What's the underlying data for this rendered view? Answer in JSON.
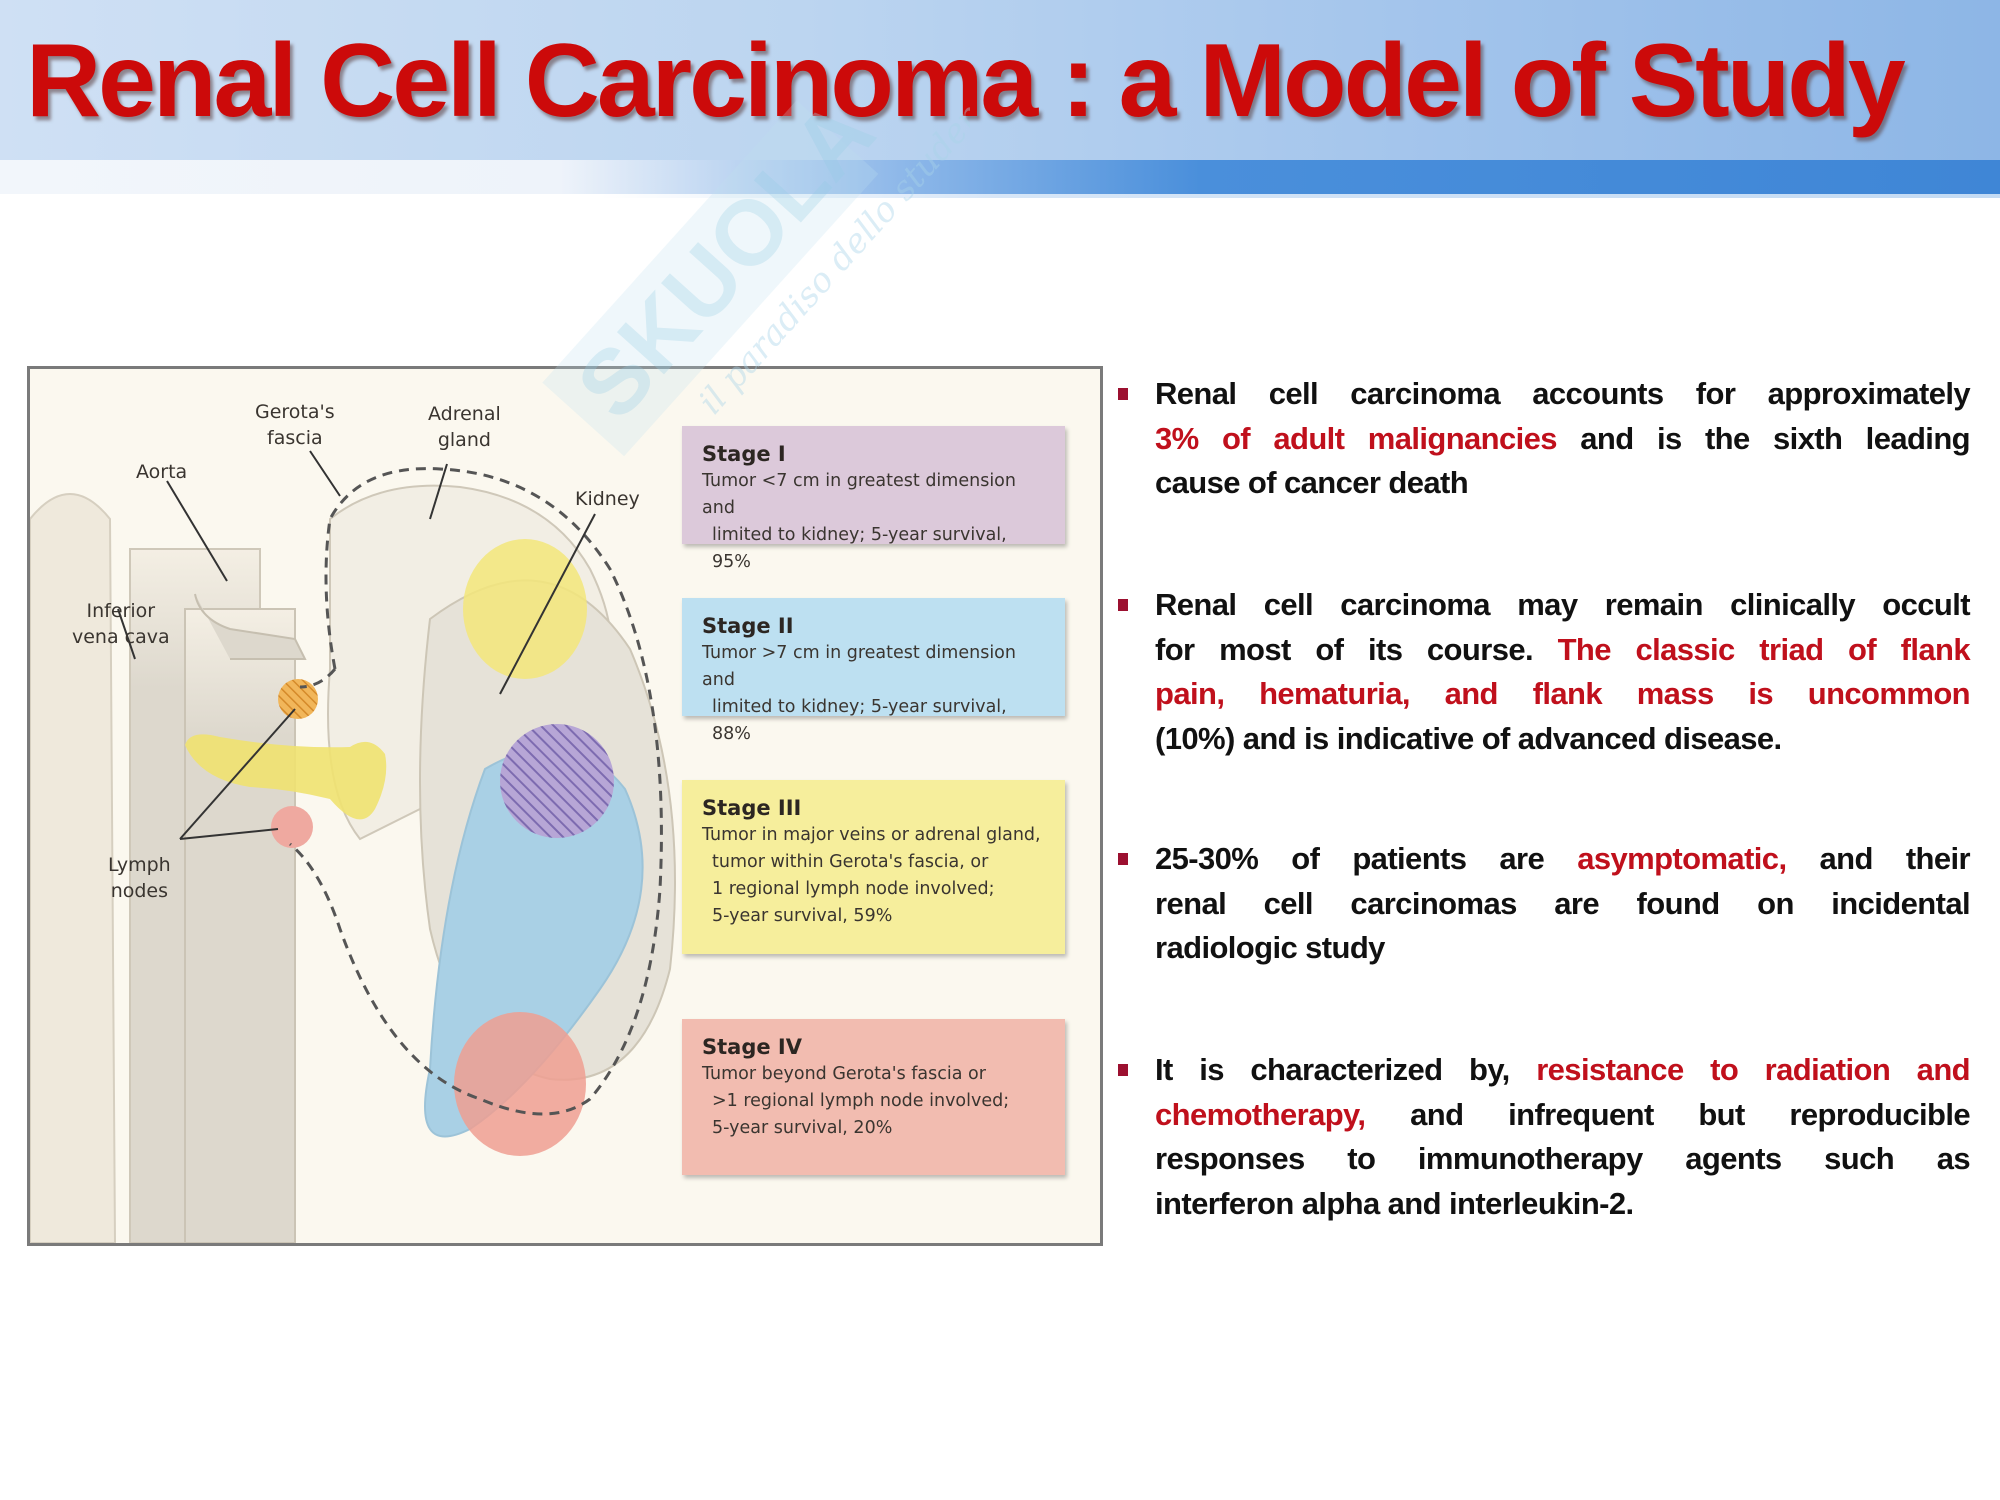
{
  "slide": {
    "title": "Renal Cell Carcinoma : a Model of Study",
    "accent_color": "#cc0a0a",
    "highlight_color": "#c0101c",
    "bullet_marker_color": "#9c1030"
  },
  "watermark": {
    "brand": "SKUOLA.net",
    "tagline": "il paradiso dello studente"
  },
  "figure": {
    "anatomy_labels": {
      "gerotas_fascia": [
        "Gerota's",
        "fascia"
      ],
      "adrenal_gland": [
        "Adrenal",
        "gland"
      ],
      "aorta": "Aorta",
      "kidney": "Kidney",
      "inferior_vena_cava": [
        "Inferior",
        "vena cava"
      ],
      "lymph_nodes": [
        "Lymph",
        "nodes"
      ]
    },
    "stages": [
      {
        "title": "Stage I",
        "lines": [
          "Tumor <7 cm in greatest dimension and",
          "limited to kidney; 5-year survival, 95%"
        ],
        "color": "#dcc9da"
      },
      {
        "title": "Stage II",
        "lines": [
          "Tumor >7 cm in greatest dimension and",
          "limited to kidney; 5-year survival, 88%"
        ],
        "color": "#bde0f1"
      },
      {
        "title": "Stage III",
        "lines": [
          "Tumor in major veins or adrenal gland,",
          "tumor within Gerota's fascia, or",
          "1 regional lymph node involved;",
          "5-year survival, 59%"
        ],
        "color": "#f6ee9c"
      },
      {
        "title": "Stage IV",
        "lines": [
          "Tumor beyond Gerota's fascia or",
          ">1 regional lymph node involved;",
          "5-year survival, 20%"
        ],
        "color": "#f2bcb0"
      }
    ]
  },
  "bullets": [
    {
      "lines": [
        [
          {
            "t": "Renal cell carcinoma accounts for approximately",
            "hl": false
          }
        ],
        [
          {
            "t": "3% of adult malignancies",
            "hl": true
          },
          {
            "t": " and is the sixth leading",
            "hl": false
          }
        ],
        [
          {
            "t": "cause of cancer death",
            "hl": false
          }
        ]
      ]
    },
    {
      "lines": [
        [
          {
            "t": "Renal cell carcinoma may remain clinically occult",
            "hl": false
          }
        ],
        [
          {
            "t": "for most of its course. ",
            "hl": false
          },
          {
            "t": "The classic triad of flank",
            "hl": true
          }
        ],
        [
          {
            "t": "pain, hematuria, and flank mass is uncommon",
            "hl": true
          }
        ],
        [
          {
            "t": "(10%) and is indicative of advanced disease.",
            "hl": false
          }
        ]
      ]
    },
    {
      "lines": [
        [
          {
            "t": "25-30% of patients are ",
            "hl": false
          },
          {
            "t": "asymptomatic,",
            "hl": true
          },
          {
            "t": " and their",
            "hl": false
          }
        ],
        [
          {
            "t": "renal cell carcinomas are found on incidental",
            "hl": false
          }
        ],
        [
          {
            "t": "radiologic study",
            "hl": false
          }
        ]
      ]
    },
    {
      "lines": [
        [
          {
            "t": "It is characterized by, ",
            "hl": false
          },
          {
            "t": "resistance to radiation and",
            "hl": true
          }
        ],
        [
          {
            "t": "chemotherapy,",
            "hl": true
          },
          {
            "t": " and infrequent but reproducible",
            "hl": false
          }
        ],
        [
          {
            "t": "responses to immunotherapy agents such as",
            "hl": false
          }
        ],
        [
          {
            "t": "interferon alpha and interleukin-2.",
            "hl": false
          }
        ]
      ]
    }
  ]
}
